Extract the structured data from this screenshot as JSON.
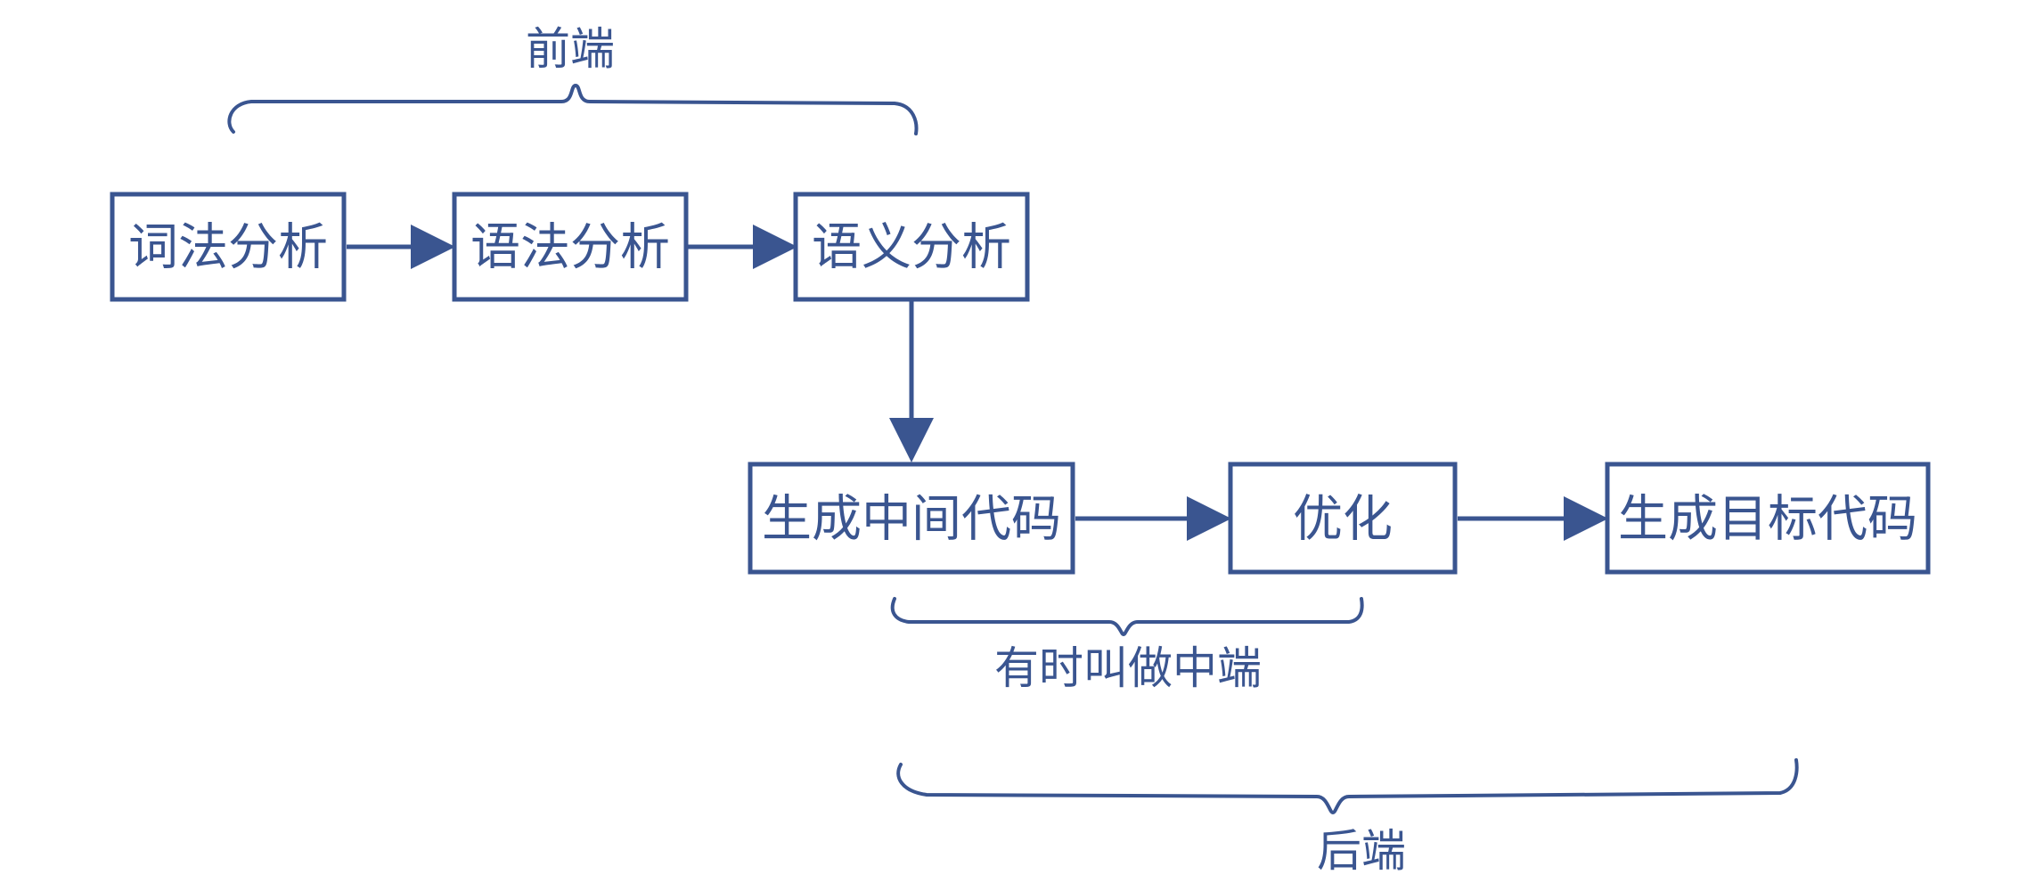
{
  "nodes": {
    "lexical": "词法分析",
    "syntax": "语法分析",
    "semantic": "语义分析",
    "intermediate": "生成中间代码",
    "optimize": "优化",
    "target": "生成目标代码"
  },
  "groups": {
    "frontend": "前端",
    "middle": "有时叫做中端",
    "backend": "后端"
  },
  "colors": {
    "stroke": "#3a5590",
    "text": "#3a5590",
    "background": "#ffffff"
  }
}
